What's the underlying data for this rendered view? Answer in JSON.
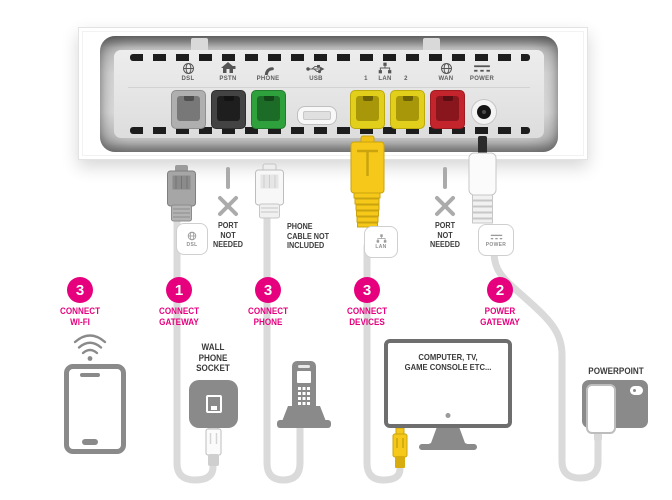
{
  "colors": {
    "magenta": "#E6007E",
    "cable_gray": "#DADADA",
    "device_gray": "#8A8A8A",
    "lan_yellow": "#F6C81A",
    "phone_green": "#2FA13C",
    "wan_red": "#C4242C",
    "text_dark": "#3A3A3A"
  },
  "router": {
    "ports": {
      "dsl": "DSL",
      "pstn": "PSTN",
      "phone": "PHONE",
      "usb": "USB",
      "lan1": "1",
      "lan": "LAN",
      "lan2": "2",
      "wan": "WAN",
      "power": "POWER"
    },
    "port_icons": [
      "globe-icon",
      "house-icon",
      "handset-icon",
      "usb-icon",
      "network-icon",
      "globe-icon",
      "dc-power-icon"
    ]
  },
  "cable_tags": {
    "dsl": "DSL",
    "lan": "LAN",
    "power": "POWER"
  },
  "notes": {
    "port_not_needed": "PORT\nNOT\nNEEDED",
    "phone_cable_not_included": "PHONE\nCABLE NOT\nINCLUDED"
  },
  "steps": {
    "wifi": {
      "number": "3",
      "label": "CONNECT\nWI-FI"
    },
    "gateway": {
      "number": "1",
      "label": "CONNECT\nGATEWAY"
    },
    "phone": {
      "number": "3",
      "label": "CONNECT\nPHONE"
    },
    "devices": {
      "number": "3",
      "label": "CONNECT\nDEVICES"
    },
    "power": {
      "number": "2",
      "label": "POWER\nGATEWAY"
    }
  },
  "devices": {
    "wall_socket": "WALL\nPHONE\nSOCKET",
    "computer": "COMPUTER, TV,\nGAME CONSOLE ETC...",
    "powerpoint": "POWERPOINT"
  }
}
